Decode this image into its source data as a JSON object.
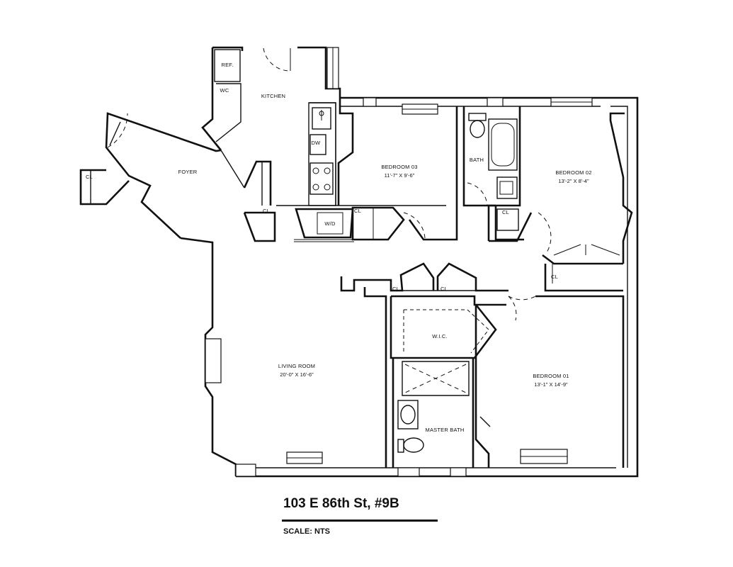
{
  "rooms": {
    "kitchen": "KITCHEN",
    "foyer": "FOYER",
    "bedroom3": {
      "name": "BEDROOM 03",
      "dims": "11'-7\" X 9'-6\""
    },
    "bedroom2": {
      "name": "BEDROOM 02",
      "dims": "13'-2\" X 8'-4\""
    },
    "bedroom1": {
      "name": "BEDROOM 01",
      "dims": "13'-1\" X 14'-9\""
    },
    "living": {
      "name": "LIVING ROOM",
      "dims": "20'-0\" X 16'-6\""
    },
    "bath": "BATH",
    "master_bath": "MASTER BATH",
    "wic": "W.I.C."
  },
  "fixtures": {
    "ref": "REF.",
    "wc": "WC",
    "dw": "DW",
    "wd": "W/D",
    "closet": "CL"
  },
  "footer": {
    "title": "103 E 86th St, #9B",
    "scale": "SCALE: NTS"
  }
}
